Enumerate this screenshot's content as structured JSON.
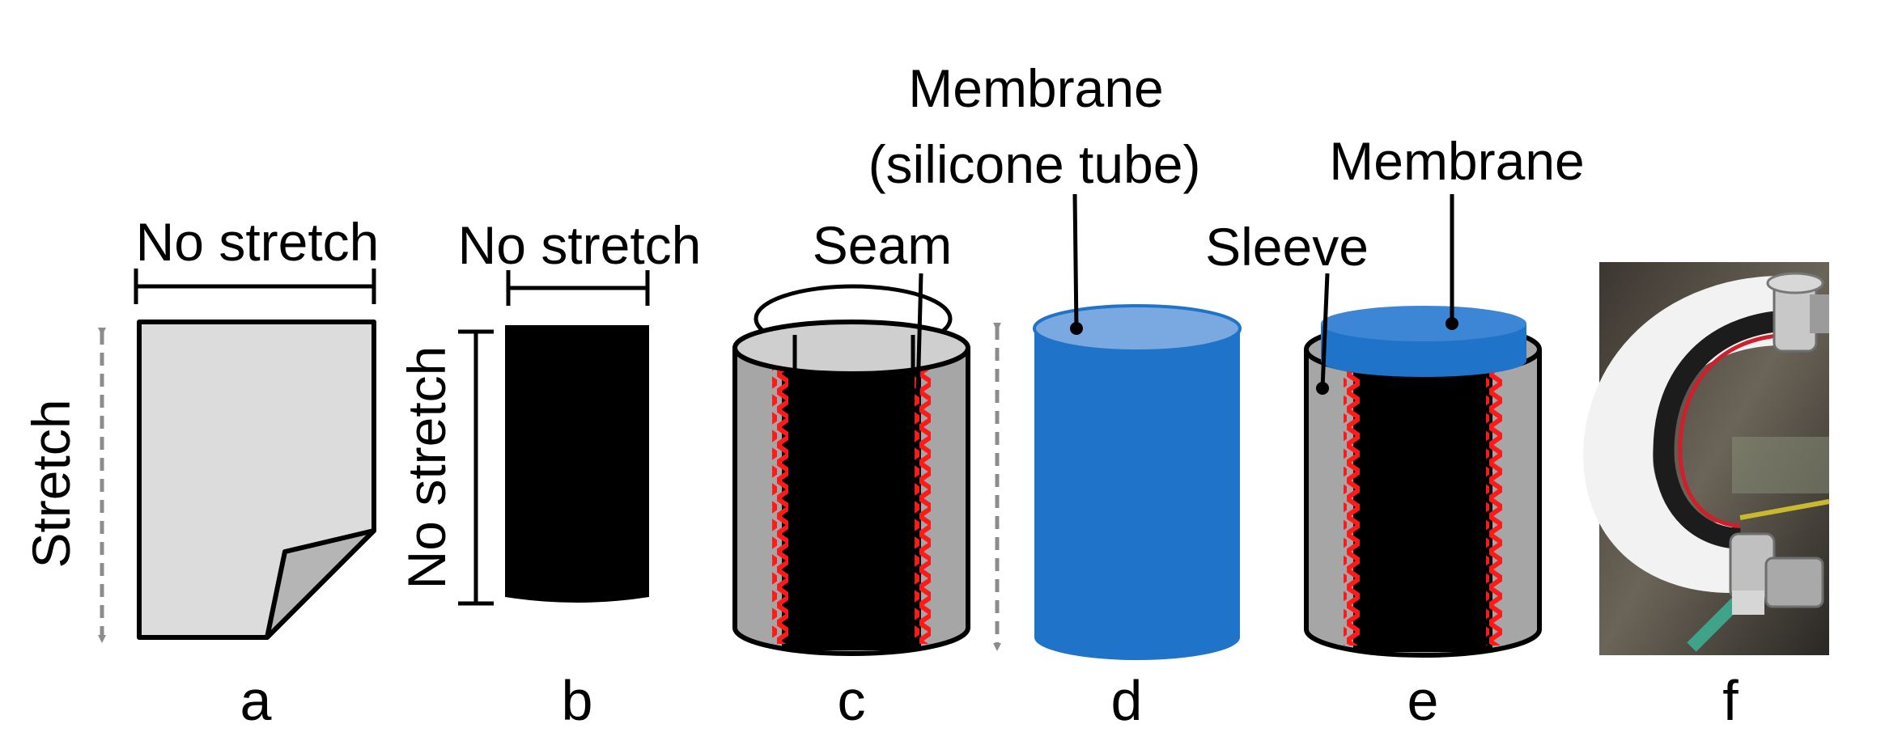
{
  "panels": {
    "a": {
      "letter": "a",
      "horizontal_label": "No stretch",
      "vertical_label": "Stretch"
    },
    "b": {
      "letter": "b",
      "horizontal_label": "No stretch",
      "vertical_label": "No stretch"
    },
    "c": {
      "letter": "c",
      "seam_label": "Seam"
    },
    "d": {
      "letter": "d",
      "membrane_label_line1": "Membrane",
      "membrane_label_line2": "(silicone tube)"
    },
    "e": {
      "letter": "e",
      "sleeve_label": "Sleeve",
      "membrane_label": "Membrane"
    },
    "f": {
      "letter": "f",
      "photo_description_icon": "actuator-photo"
    }
  },
  "colors": {
    "fabric_light": "#dcdcdc",
    "fabric_dark": "#000000",
    "sleeve_gray": "#a6a6a6",
    "seam_red": "#ff1a1a",
    "membrane_blue": "#1f73c9",
    "membrane_top": "#7aa8e0",
    "arrow_gray": "#8c8c8c"
  }
}
